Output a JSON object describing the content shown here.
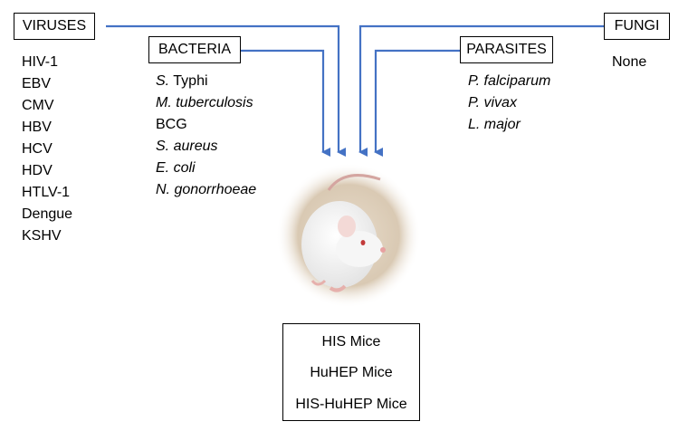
{
  "categories": {
    "viruses": {
      "label": "VIRUSES",
      "items": [
        "HIV-1",
        "EBV",
        "CMV",
        "HBV",
        "HCV",
        "HDV",
        "HTLV-1",
        "Dengue",
        "KSHV"
      ]
    },
    "bacteria": {
      "label": "BACTERIA",
      "items": [
        {
          "text": "S. Typhi",
          "genus": "S.",
          "rest": " Typhi"
        },
        "M. tuberculosis",
        "BCG",
        "S. aureus",
        "E. coli",
        "N. gonorrhoeae"
      ]
    },
    "parasites": {
      "label": "PARASITES",
      "items": [
        "P. falciparum",
        "P. vivax",
        "L. major"
      ]
    },
    "fungi": {
      "label": "FUNGI",
      "items": [
        "None"
      ]
    }
  },
  "outputs": [
    "HIS Mice",
    "HuHEP Mice",
    "HIS-HuHEP Mice"
  ],
  "colors": {
    "arrow": "#4472c4"
  },
  "icons": {
    "center": "mouse-image"
  }
}
